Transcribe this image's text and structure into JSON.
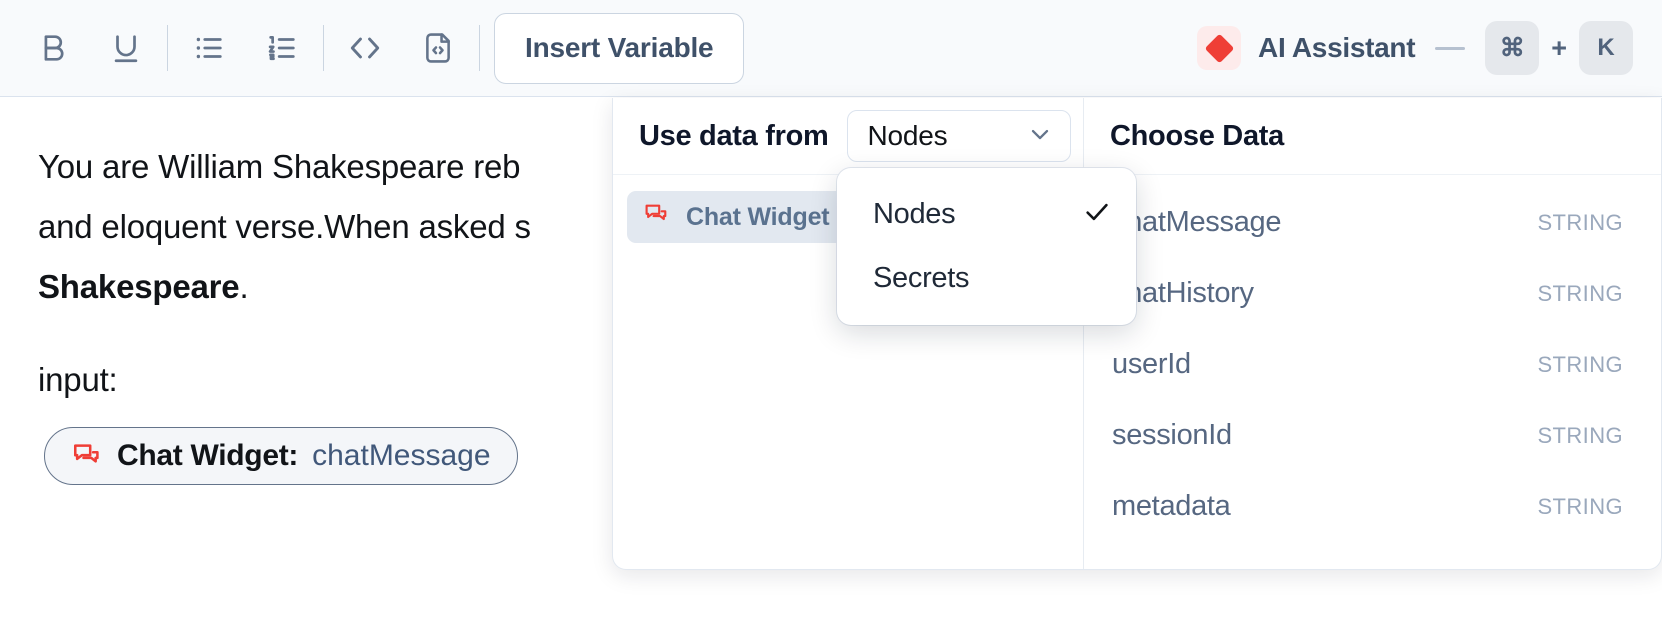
{
  "toolbar": {
    "tools": [
      {
        "name": "bold-icon",
        "label": "B"
      },
      {
        "name": "underline-icon",
        "label": "U"
      },
      {
        "name": "bullet-list-icon",
        "label": "Bullet List"
      },
      {
        "name": "numbered-list-icon",
        "label": "Numbered List"
      },
      {
        "name": "code-icon",
        "label": "Code"
      },
      {
        "name": "code-block-icon",
        "label": "Code Block"
      }
    ],
    "insert_variable_label": "Insert Variable",
    "ai_assistant_label": "AI Assistant",
    "shortcut_dash": "—",
    "shortcut_cmd": "⌘",
    "shortcut_plus": "+",
    "shortcut_key": "K",
    "accent_color": "#ef3e36"
  },
  "editor": {
    "paragraph_part1": "You are William Shakespeare reb",
    "paragraph_part2": "and eloquent verse.When asked s",
    "paragraph_bold": "Shakespeare",
    "paragraph_end": ".",
    "input_label": "input:",
    "variable_pill": {
      "source_label": "Chat Widget:",
      "field_label": "chatMessage"
    }
  },
  "picker": {
    "use_data_from_label": "Use data from",
    "source_select_value": "Nodes",
    "nodes": [
      {
        "label": "Chat Widget",
        "selected": true
      }
    ],
    "choose_data_title": "Choose Data",
    "data_items": [
      {
        "name": "chatMessage",
        "type": "STRING"
      },
      {
        "name": "chatHistory",
        "type": "STRING"
      },
      {
        "name": "userId",
        "type": "STRING"
      },
      {
        "name": "sessionId",
        "type": "STRING"
      },
      {
        "name": "metadata",
        "type": "STRING"
      }
    ]
  },
  "dropdown": {
    "options": [
      {
        "label": "Nodes",
        "checked": true
      },
      {
        "label": "Secrets",
        "checked": false
      }
    ]
  }
}
